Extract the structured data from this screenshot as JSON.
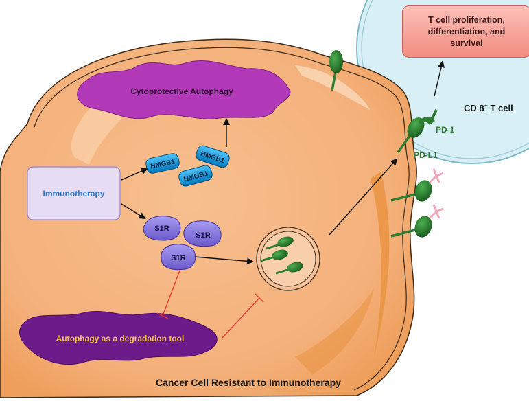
{
  "tcell": {
    "name_prefix": "CD 8",
    "name_sup": "+",
    "name_suffix": " T cell",
    "outcome": "T cell proliferation, differentiation, and survival"
  },
  "receptors": {
    "pd1": "PD-1",
    "pdl1": "PD-L1"
  },
  "autophagy": {
    "cytoprotective": "Cytoprotective Autophagy",
    "degradation": "Autophagy as a degradation tool"
  },
  "proteins": {
    "hmgb1": [
      "HMGB1",
      "HMGB1",
      "HMGB1"
    ],
    "s1r": [
      "S1R",
      "S1R",
      "S1R"
    ]
  },
  "stimulus": "Immunotherapy",
  "cell_title": "Cancer Cell Resistant to Immunotherapy",
  "colors": {
    "cell_fill": "#f4b07a",
    "cell_dark": "#e8923f",
    "tcell_fill": "#d8f0f5",
    "outcome_box": "#f7a39a",
    "cyto_autophagy": "#b23ab8",
    "degradation_autophagy": "#6b1b8a",
    "degradation_text": "#f5c542",
    "hmgb1": "#2aa7e0",
    "s1r": "#8c7ee0",
    "receptor_green": "#2f7d32",
    "inhibition": "#e53935",
    "antibody": "#f2a6b5"
  }
}
